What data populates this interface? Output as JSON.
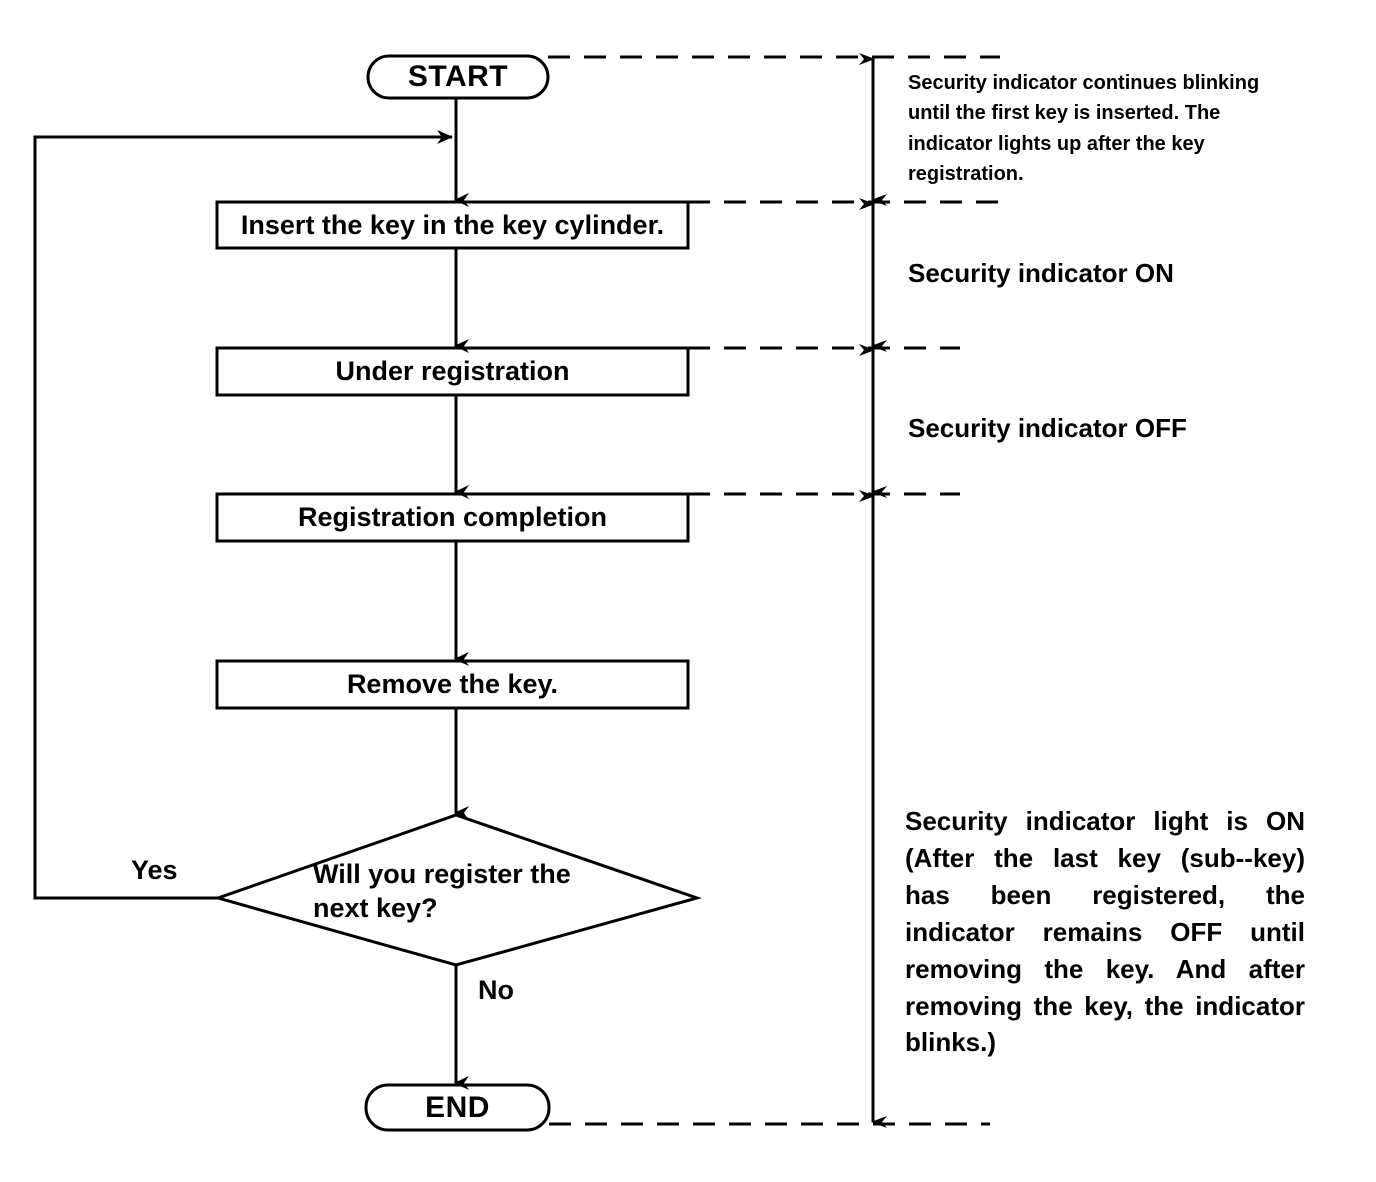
{
  "diagram": {
    "title": "Key registration procedure flowchart",
    "ink_color": "#000000",
    "background_color": "#ffffff"
  },
  "nodes": {
    "start": {
      "label": "START",
      "shape": "terminator"
    },
    "insert_key": {
      "label": "Insert the key in the key cylinder.",
      "shape": "process"
    },
    "under_registration": {
      "label": "Under registration",
      "shape": "process"
    },
    "registration_completion": {
      "label": "Registration completion",
      "shape": "process"
    },
    "remove_key": {
      "label": "Remove the key.",
      "shape": "process"
    },
    "decision": {
      "label": "Will  you  register  the\nnext key?",
      "shape": "decision"
    },
    "end": {
      "label": "END",
      "shape": "terminator"
    }
  },
  "branches": {
    "yes": "Yes",
    "no": "No"
  },
  "annotations": {
    "blinking": "Security indicator continues blinking until the first key is inserted. The indicator lights up after the key registration.",
    "indicator_on": "Security indicator ON",
    "indicator_off": "Security indicator OFF",
    "final": "Security indicator light is ON (After the last key (sub--key) has been registered, the indicator remains OFF until removing the key. And after removing the key, the indicator blinks.)"
  }
}
